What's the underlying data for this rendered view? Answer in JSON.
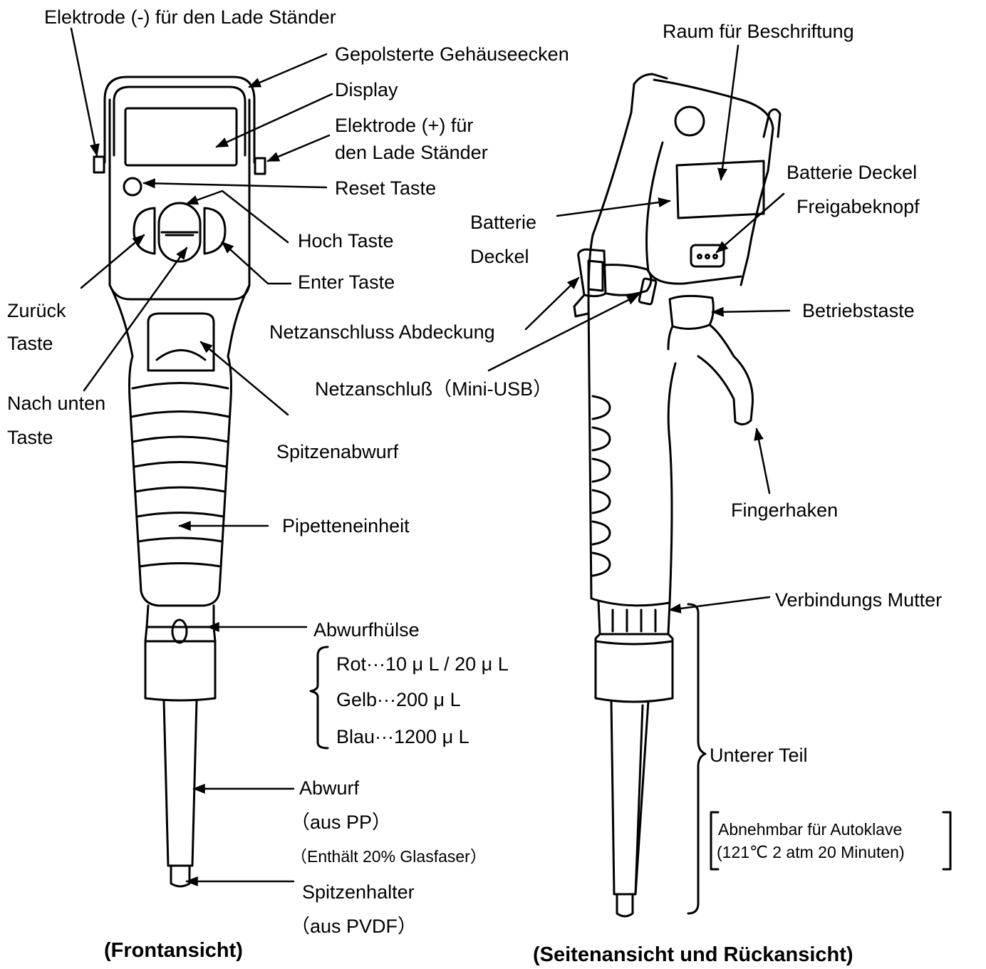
{
  "colors": {
    "ink": "#000000",
    "background": "#ffffff"
  },
  "front": {
    "electrode_minus": "Elektrode (-) für den Lade Ständer",
    "padded_corners": "Gepolsterte Gehäuseecken",
    "display": "Display",
    "electrode_plus_line1": "Elektrode (+) für",
    "electrode_plus_line2": "den Lade Ständer",
    "reset_key": "Reset Taste",
    "up_key": "Hoch Taste",
    "enter_key": "Enter Taste",
    "back_key_line1": "Zurück",
    "back_key_line2": "Taste",
    "down_key_line1": "Nach unten",
    "down_key_line2": "Taste",
    "tip_ejector": "Spitzenabwurf",
    "pipette_unit": "Pipetteneinheit",
    "ejector_sleeve": "Abwurfhülse",
    "sleeve_red": "Rot···10 μ L / 20 μ L",
    "sleeve_yellow": "Gelb···200 μ L",
    "sleeve_blue": "Blau···1200 μ L",
    "ejector": "Abwurf",
    "ejector_material": "（aus PP）",
    "ejector_glass": "（Enthält 20% Glasfaser）",
    "tip_holder": "Spitzenhalter",
    "tip_holder_material": "（aus PVDF）",
    "caption": "(Frontansicht)"
  },
  "side": {
    "label_space": "Raum für Beschriftung",
    "battery_release_line1": "Batterie Deckel",
    "battery_release_line2": "Freigabeknopf",
    "battery_cover_line1": "Batterie",
    "battery_cover_line2": "Deckel",
    "power_cover": "Netzanschluss Abdeckung",
    "operation_key": "Betriebstaste",
    "power_port": "Netzanschluß（Mini-USB）",
    "finger_hook": "Fingerhaken",
    "connecting_nut": "Verbindungs Mutter",
    "lower_part": "Unterer Teil",
    "autoclave_line1": "Abnehmbar für Autoklave",
    "autoclave_line2": "(121℃  2 atm 20 Minuten)",
    "caption": "(Seitenansicht und Rückansicht)"
  }
}
